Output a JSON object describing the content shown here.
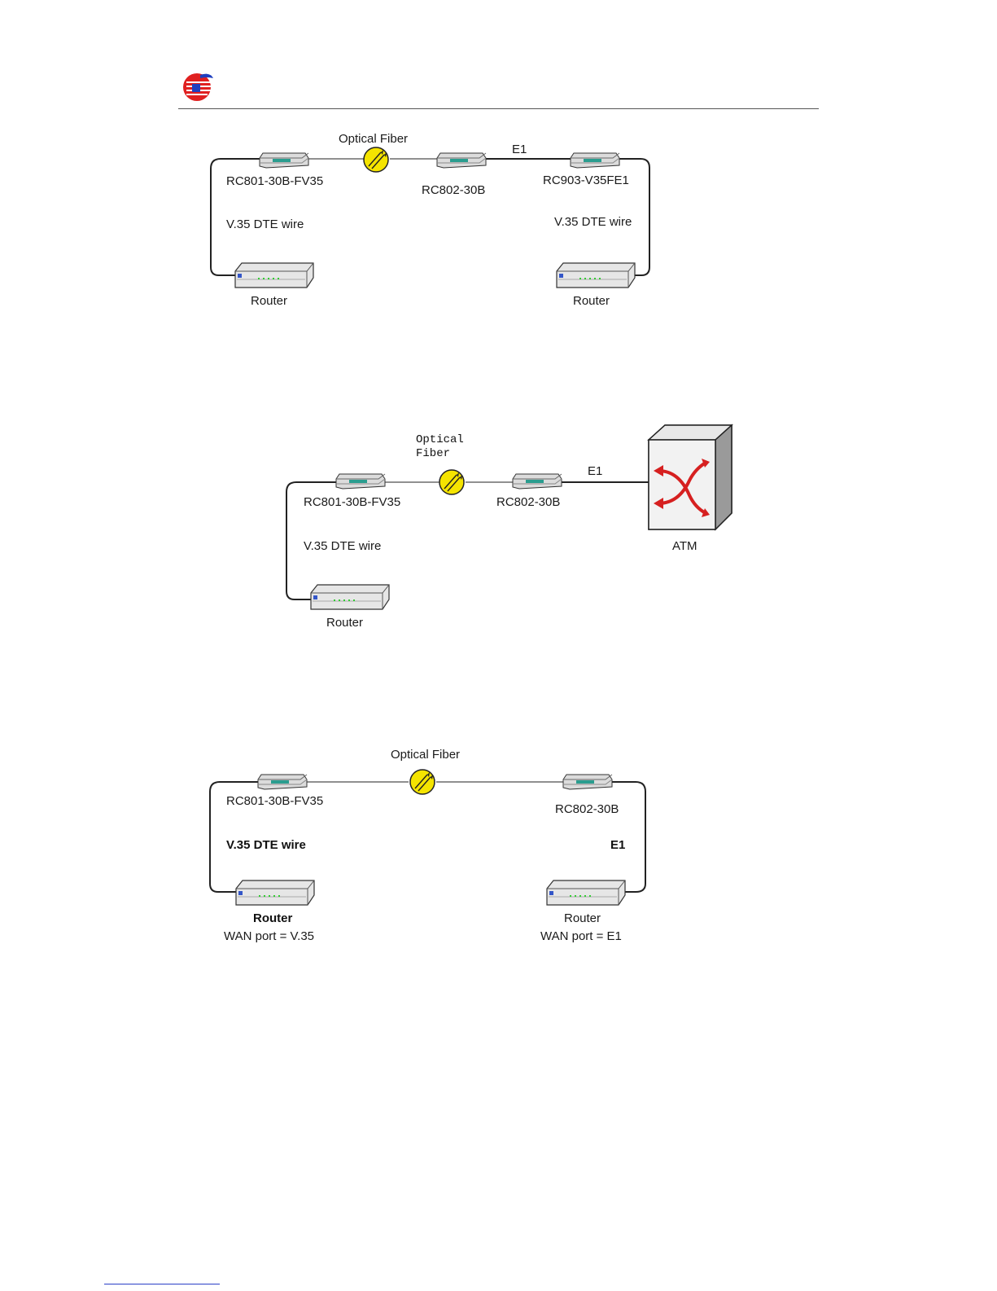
{
  "diagrams": [
    {
      "fiber_label": "Optical Fiber",
      "e1_label": "E1",
      "device_left": "RC801-30B-FV35",
      "device_mid": "RC802-30B",
      "device_right": "RC903-V35FE1",
      "wire_left": "V.35 DTE wire",
      "wire_right": "V.35 DTE wire",
      "router_left": "Router",
      "router_right": "Router"
    },
    {
      "fiber_label_line1": "Optical",
      "fiber_label_line2": "Fiber",
      "e1_label": "E1",
      "device_left": "RC801-30B-FV35",
      "device_mid": "RC802-30B",
      "wire_left": "V.35 DTE wire",
      "router": "Router",
      "atm_label": "ATM"
    },
    {
      "fiber_label": "Optical Fiber",
      "device_left": "RC801-30B-FV35",
      "device_right": "RC802-30B",
      "wire_left": "V.35 DTE wire",
      "e1_label": "E1",
      "router_left": "Router",
      "router_right": "Router",
      "wan_left": "WAN port = V.35",
      "wan_right": "WAN port = E1"
    }
  ],
  "colors": {
    "fiber_yellow": "#f5e400",
    "device_teal": "#2a9d8f",
    "atm_red": "#d62020",
    "logo_red": "#e02020",
    "logo_blue": "#1f3fbf"
  }
}
